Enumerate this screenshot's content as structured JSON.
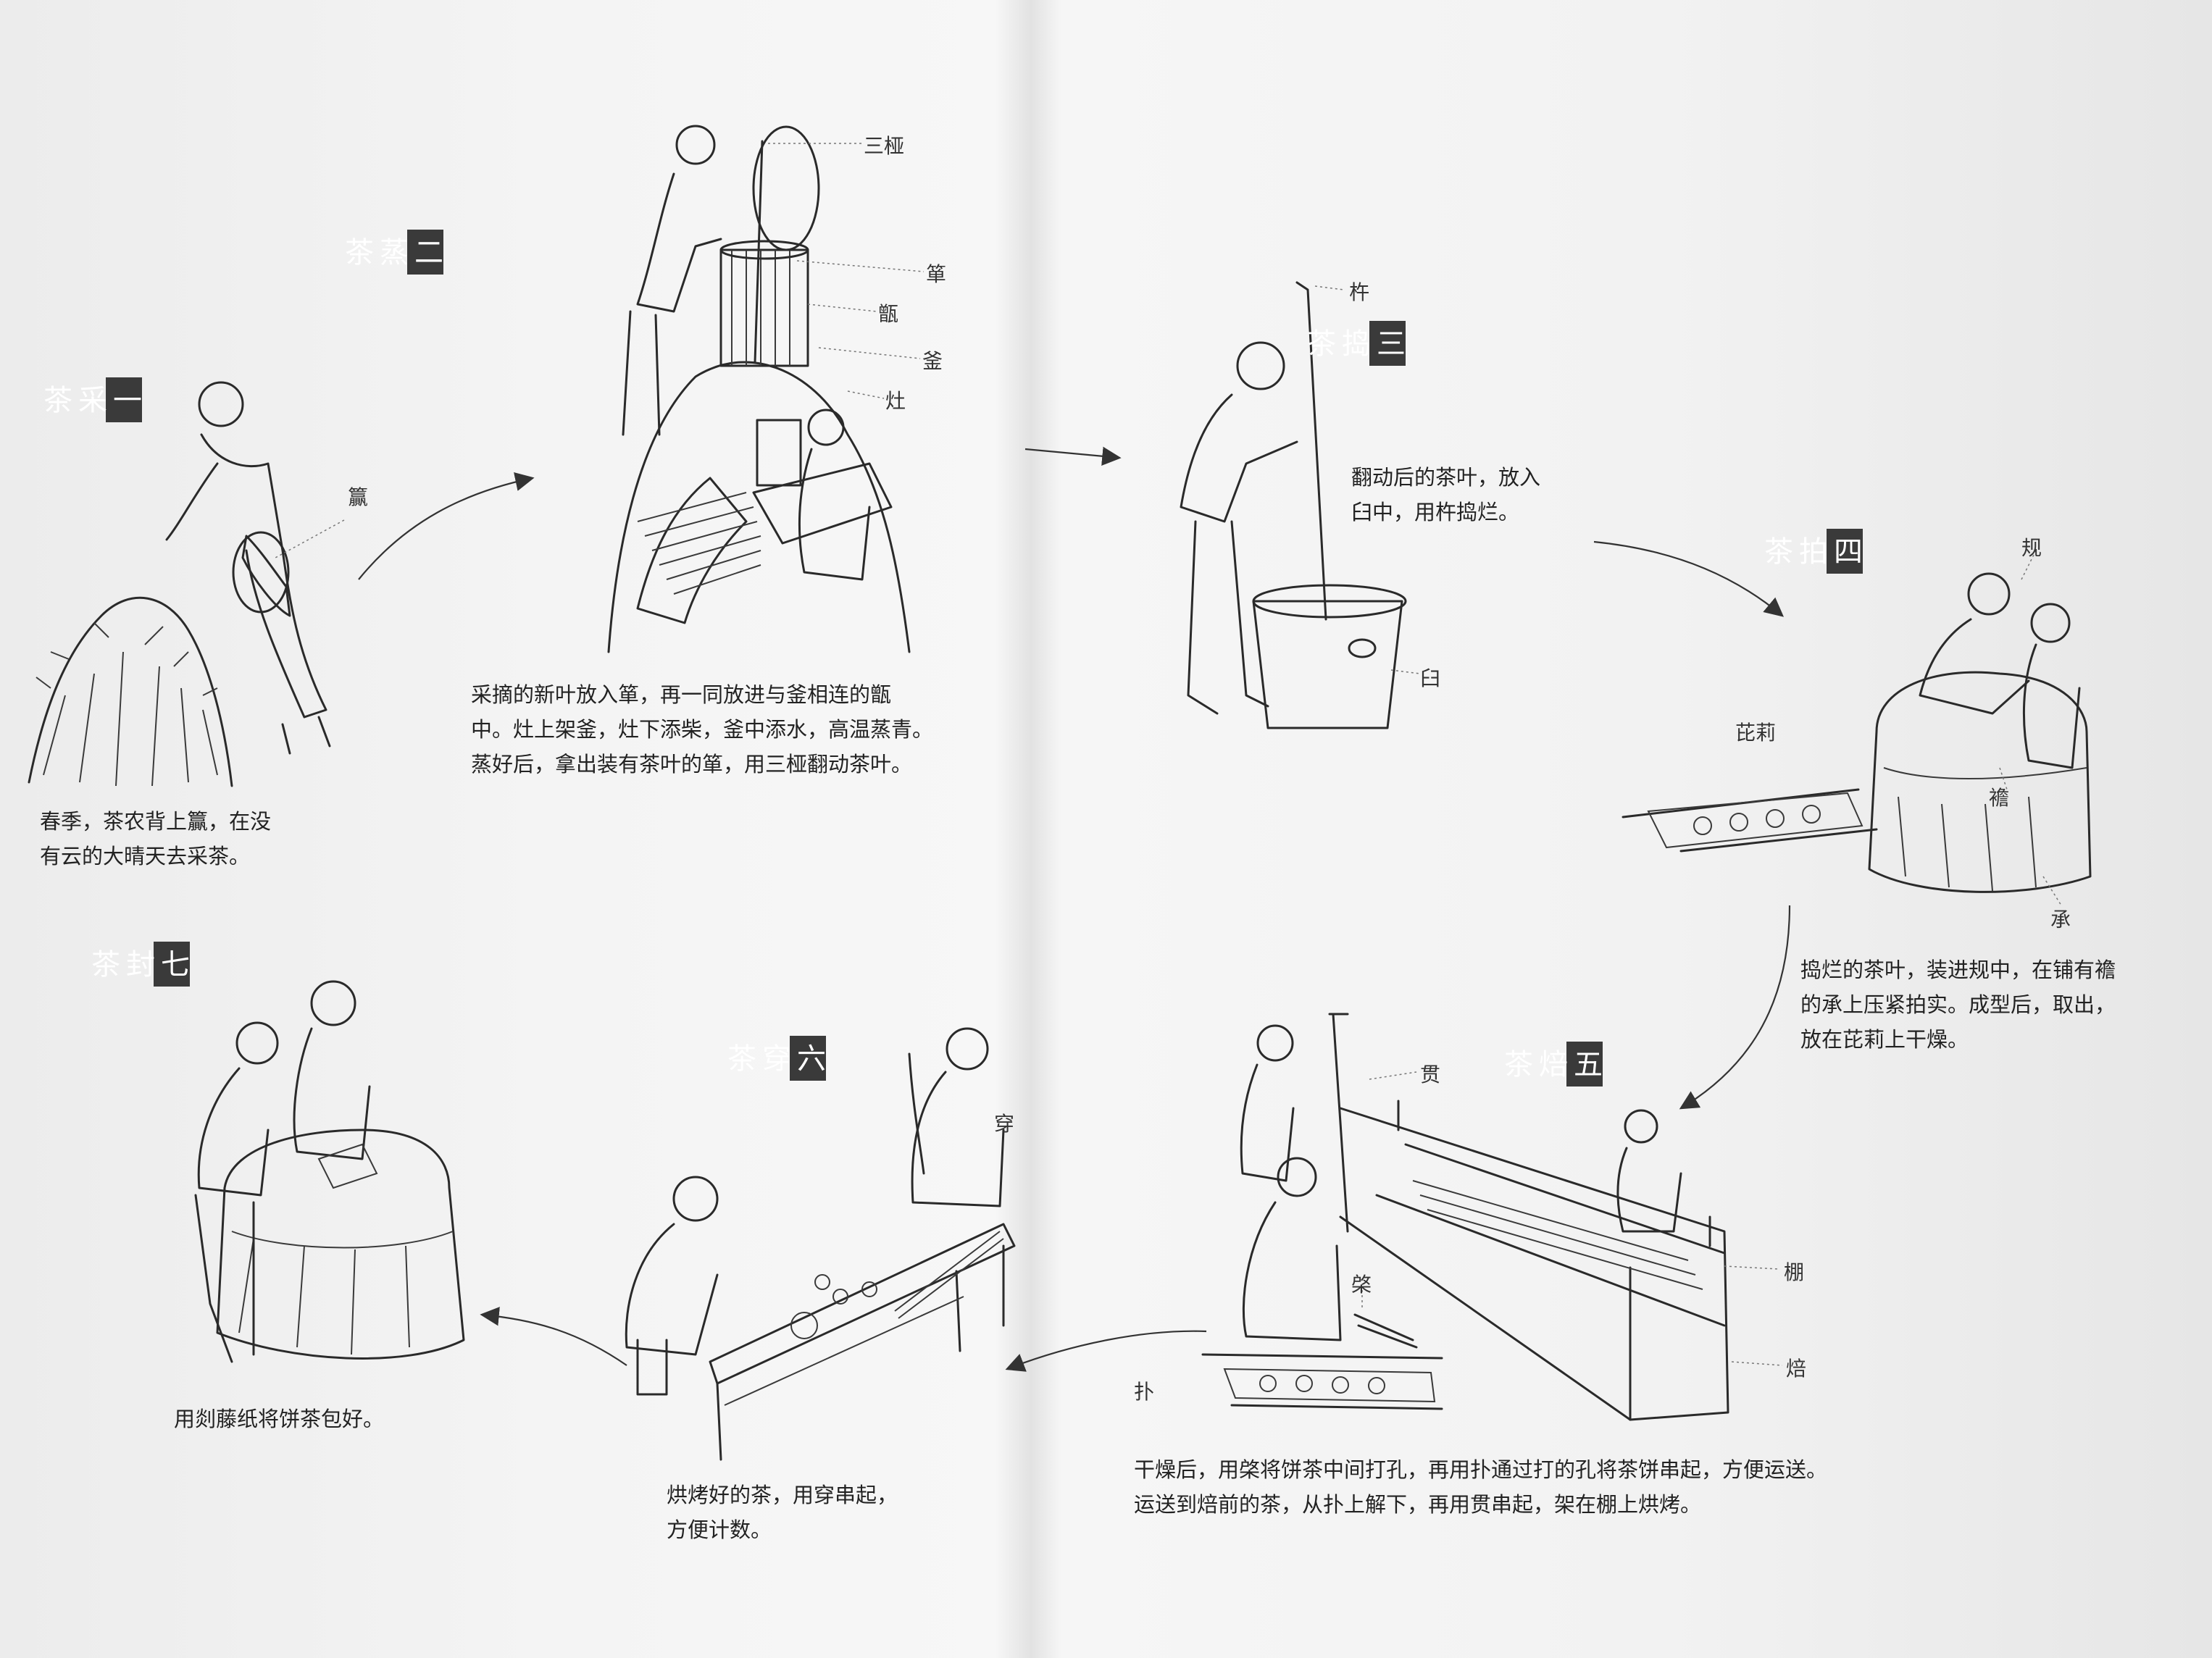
{
  "steps": [
    {
      "id": "1",
      "tag": [
        "一",
        "采",
        "茶"
      ],
      "caption": "春季，茶农背上籯，在没\n有云的大晴天去采茶。",
      "labels": [
        "籯"
      ]
    },
    {
      "id": "2",
      "tag": [
        "二",
        "蒸",
        "茶"
      ],
      "caption": "采摘的新叶放入箪，再一同放进与釜相连的甑\n中。灶上架釜，灶下添柴，釜中添水，高温蒸青。\n蒸好后，拿出装有茶叶的箪，用三桠翻动茶叶。",
      "labels": [
        "三桠",
        "箪",
        "甑",
        "釜",
        "灶"
      ]
    },
    {
      "id": "3",
      "tag": [
        "三",
        "捣",
        "茶"
      ],
      "caption": "翻动后的茶叶，放入\n臼中，用杵捣烂。",
      "labels": [
        "杵",
        "臼"
      ]
    },
    {
      "id": "4",
      "tag": [
        "四",
        "拍",
        "茶"
      ],
      "caption": "捣烂的茶叶，装进规中，在铺有襜\n的承上压紧拍实。成型后，取出，\n放在芘莉上干燥。",
      "labels": [
        "规",
        "芘莉",
        "襜",
        "承"
      ]
    },
    {
      "id": "5",
      "tag": [
        "五",
        "焙",
        "茶"
      ],
      "caption": "干燥后，用棨将饼茶中间打孔，再用扑通过打的孔将茶饼串起，方便运送。\n运送到焙前的茶，从扑上解下，再用贯串起，架在棚上烘烤。",
      "labels": [
        "贯",
        "棚",
        "棨",
        "焙",
        "扑"
      ]
    },
    {
      "id": "6",
      "tag": [
        "六",
        "穿",
        "茶"
      ],
      "caption": "烘烤好的茶，用穿串起，\n方便计数。",
      "labels": [
        "穿"
      ]
    },
    {
      "id": "7",
      "tag": [
        "七",
        "封",
        "茶"
      ],
      "caption": "用剡藤纸将饼茶包好。",
      "labels": []
    }
  ]
}
